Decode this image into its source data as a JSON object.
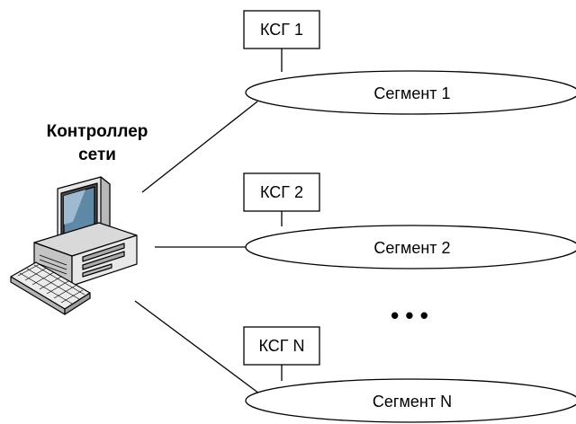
{
  "controller": {
    "title_line1": "Контроллер",
    "title_line2": "сети",
    "icon": "desktop-computer-icon"
  },
  "segments": [
    {
      "ksg_label": "КСГ 1",
      "segment_label": "Сегмент 1"
    },
    {
      "ksg_label": "КСГ 2",
      "segment_label": "Сегмент 2"
    },
    {
      "ksg_label": "КСГ N",
      "segment_label": "Сегмент N"
    }
  ],
  "ellipsis": "• • •"
}
